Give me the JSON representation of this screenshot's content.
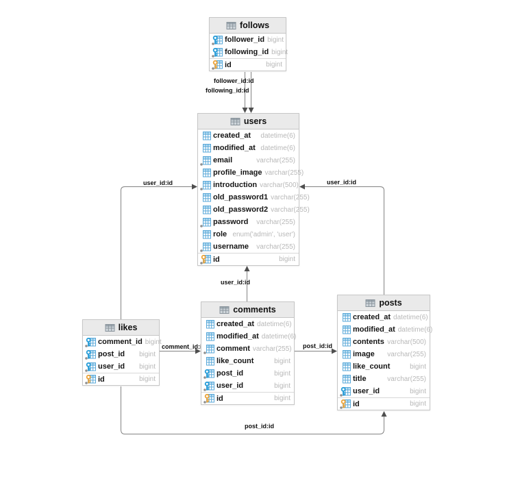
{
  "diagram": {
    "colors": {
      "background": "#ffffff",
      "table_border": "#c6c6c6",
      "header_bg": "#eaeaea",
      "field_type_text": "#b8b8b8",
      "relationship_line": "#828282",
      "arrowhead": "#4f4f4f",
      "primary_key": "#eda63e",
      "foreign_key": "#2b9fd9",
      "column_icon": "#57a7d8"
    },
    "tables": [
      {
        "name": "follows",
        "fields": [
          {
            "name": "follower_id",
            "type": "bigint",
            "icon": "foreign-key-icon"
          },
          {
            "name": "following_id",
            "type": "bigint",
            "icon": "foreign-key-icon"
          },
          {
            "name": "id",
            "type": "bigint",
            "icon": "primary-key-icon"
          }
        ]
      },
      {
        "name": "users",
        "fields": [
          {
            "name": "created_at",
            "type": "datetime(6)",
            "icon": "column-icon"
          },
          {
            "name": "modified_at",
            "type": "datetime(6)",
            "icon": "column-icon"
          },
          {
            "name": "email",
            "type": "varchar(255)",
            "icon": "nullable-column-icon"
          },
          {
            "name": "profile_image",
            "type": "varchar(255)",
            "icon": "column-icon"
          },
          {
            "name": "introduction",
            "type": "varchar(500)",
            "icon": "nullable-column-icon"
          },
          {
            "name": "old_password1",
            "type": "varchar(255)",
            "icon": "column-icon"
          },
          {
            "name": "old_password2",
            "type": "varchar(255)",
            "icon": "column-icon"
          },
          {
            "name": "password",
            "type": "varchar(255)",
            "icon": "nullable-column-icon"
          },
          {
            "name": "role",
            "type": "enum('admin', 'user')",
            "icon": "column-icon"
          },
          {
            "name": "username",
            "type": "varchar(255)",
            "icon": "nullable-column-icon"
          },
          {
            "name": "id",
            "type": "bigint",
            "icon": "primary-key-icon"
          }
        ]
      },
      {
        "name": "comments",
        "fields": [
          {
            "name": "created_at",
            "type": "datetime(6)",
            "icon": "column-icon"
          },
          {
            "name": "modified_at",
            "type": "datetime(6)",
            "icon": "column-icon"
          },
          {
            "name": "comment",
            "type": "varchar(255)",
            "icon": "nullable-column-icon"
          },
          {
            "name": "like_count",
            "type": "bigint",
            "icon": "column-icon"
          },
          {
            "name": "post_id",
            "type": "bigint",
            "icon": "foreign-key-icon"
          },
          {
            "name": "user_id",
            "type": "bigint",
            "icon": "foreign-key-icon"
          },
          {
            "name": "id",
            "type": "bigint",
            "icon": "primary-key-icon"
          }
        ]
      },
      {
        "name": "likes",
        "fields": [
          {
            "name": "comment_id",
            "type": "bigint",
            "icon": "foreign-key-icon"
          },
          {
            "name": "post_id",
            "type": "bigint",
            "icon": "foreign-key-icon"
          },
          {
            "name": "user_id",
            "type": "bigint",
            "icon": "foreign-key-icon"
          },
          {
            "name": "id",
            "type": "bigint",
            "icon": "primary-key-icon"
          }
        ]
      },
      {
        "name": "posts",
        "fields": [
          {
            "name": "created_at",
            "type": "datetime(6)",
            "icon": "column-icon"
          },
          {
            "name": "modified_at",
            "type": "datetime(6)",
            "icon": "column-icon"
          },
          {
            "name": "contents",
            "type": "varchar(500)",
            "icon": "column-icon"
          },
          {
            "name": "image",
            "type": "varchar(255)",
            "icon": "column-icon"
          },
          {
            "name": "like_count",
            "type": "bigint",
            "icon": "column-icon"
          },
          {
            "name": "title",
            "type": "varchar(255)",
            "icon": "column-icon"
          },
          {
            "name": "user_id",
            "type": "bigint",
            "icon": "foreign-key-icon"
          },
          {
            "name": "id",
            "type": "bigint",
            "icon": "primary-key-icon"
          }
        ]
      }
    ],
    "relationships": [
      {
        "label": "follower_id:id",
        "from": "follows.follower_id",
        "to": "users.id"
      },
      {
        "label": "following_id:id",
        "from": "follows.following_id",
        "to": "users.id"
      },
      {
        "label": "user_id:id",
        "from": "likes.user_id",
        "to": "users.id"
      },
      {
        "label": "user_id:id",
        "from": "posts.user_id",
        "to": "users.id"
      },
      {
        "label": "user_id:id",
        "from": "comments.user_id",
        "to": "users.id"
      },
      {
        "label": "comment_id:id",
        "from": "likes.comment_id",
        "to": "comments.id"
      },
      {
        "label": "post_id:id",
        "from": "comments.post_id",
        "to": "posts.id"
      },
      {
        "label": "post_id:id",
        "from": "likes.post_id",
        "to": "posts.id"
      }
    ]
  }
}
